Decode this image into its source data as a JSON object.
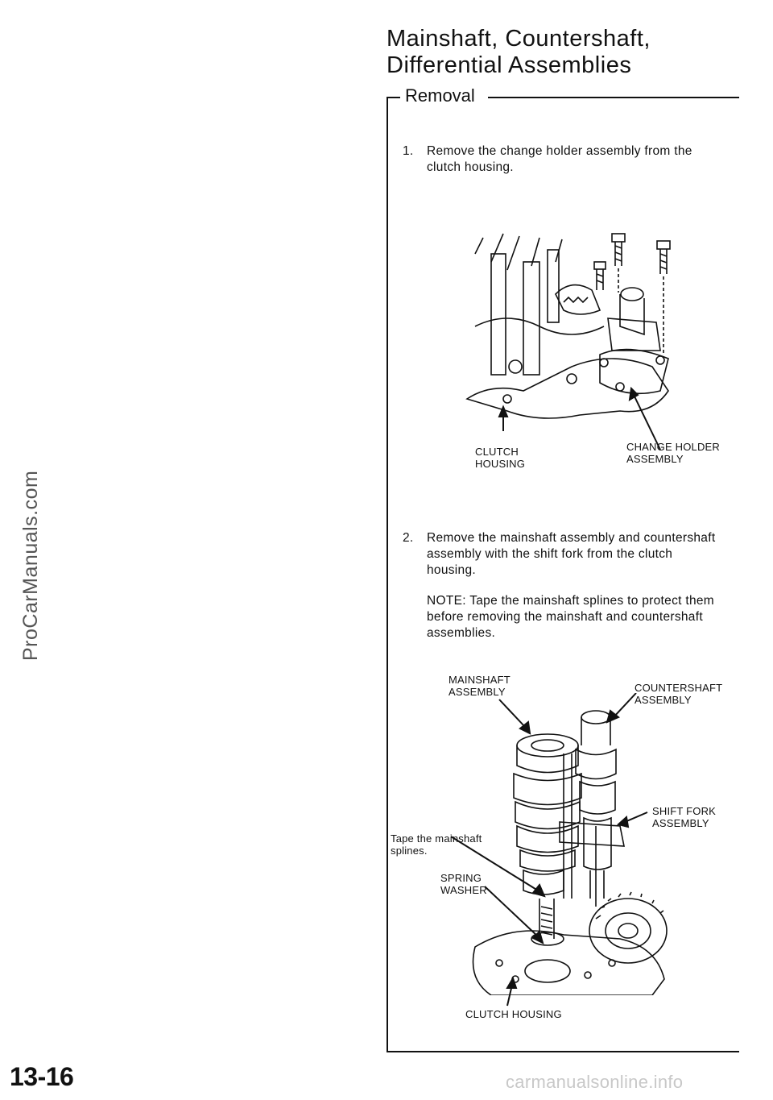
{
  "watermark": "ProCarManuals.com",
  "title_line1": "Mainshaft, Countershaft,",
  "title_line2": "Differential Assemblies",
  "section": "Removal",
  "step1": {
    "number": "1.",
    "line1": "Remove the change holder assembly from the",
    "line2": "clutch housing."
  },
  "figure1": {
    "clutch_housing_l1": "CLUTCH",
    "clutch_housing_l2": "HOUSING",
    "change_holder_l1": "CHANGE HOLDER",
    "change_holder_l2": "ASSEMBLY"
  },
  "step2": {
    "number": "2.",
    "line1": "Remove the mainshaft assembly and countershaft",
    "line2": "assembly with the shift fork from the clutch",
    "line3": "housing.",
    "note1": "NOTE: Tape the mainshaft splines to protect them",
    "note2": "before removing the mainshaft and countershaft",
    "note3": "assemblies."
  },
  "figure2": {
    "mainshaft_l1": "MAINSHAFT",
    "mainshaft_l2": "ASSEMBLY",
    "countershaft_l1": "COUNTERSHAFT",
    "countershaft_l2": "ASSEMBLY",
    "shift_fork_l1": "SHIFT FORK",
    "shift_fork_l2": "ASSEMBLY",
    "tape_l1": "Tape the mainshaft",
    "tape_l2": "splines.",
    "spring_l1": "SPRING",
    "spring_l2": "WASHER",
    "clutch_housing": "CLUTCH HOUSING"
  },
  "page_number": "13-16",
  "footer_site": "carmanualsonline.info"
}
